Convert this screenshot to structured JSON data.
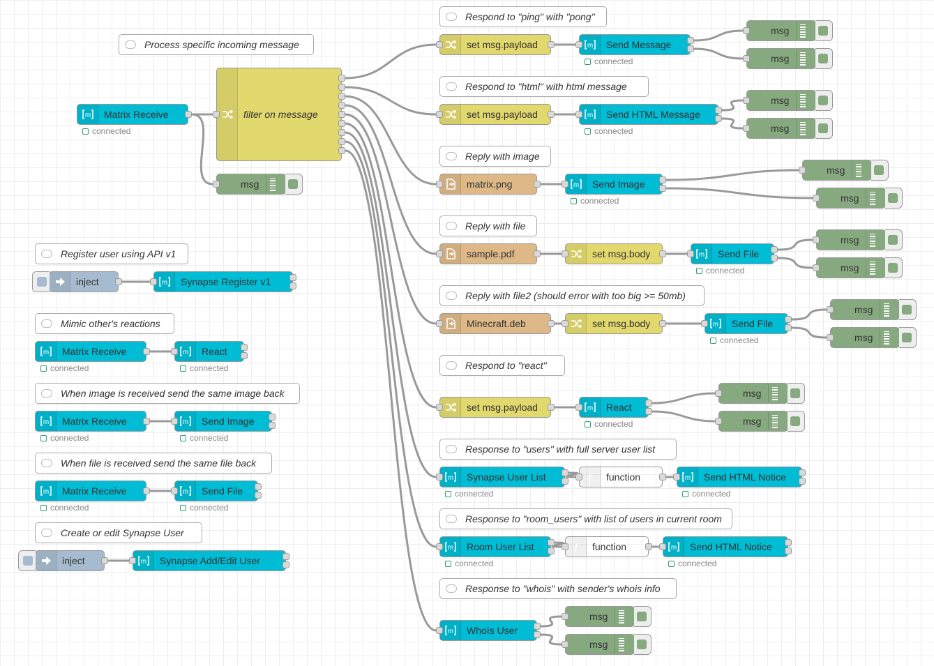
{
  "comments": [
    {
      "id": "c-proc",
      "text": "Process specific incoming message"
    },
    {
      "id": "c-ping",
      "text": "Respond to \"ping\" with \"pong\""
    },
    {
      "id": "c-html",
      "text": "Respond to \"html\" with html message"
    },
    {
      "id": "c-image",
      "text": "Reply with image"
    },
    {
      "id": "c-file",
      "text": "Reply with file"
    },
    {
      "id": "c-file2",
      "text": "Reply with file2 (should error with too big >= 50mb)"
    },
    {
      "id": "c-react",
      "text": "Respond to \"react\""
    },
    {
      "id": "c-users",
      "text": "Response to \"users\" with full server user list"
    },
    {
      "id": "c-roomusers",
      "text": "Response to \"room_users\" with list of users in current room"
    },
    {
      "id": "c-whois",
      "text": "Response to \"whois\" with sender's whois info"
    },
    {
      "id": "c-register",
      "text": "Register user using API v1"
    },
    {
      "id": "c-mimic",
      "text": "Mimic other's reactions"
    },
    {
      "id": "c-imgback",
      "text": "When image is received send the same image back"
    },
    {
      "id": "c-fileback",
      "text": "When file is received send the same file back"
    },
    {
      "id": "c-synuser",
      "text": "Create or edit Synapse User"
    }
  ],
  "nodes": [
    {
      "id": "recv1",
      "type": "matrix",
      "label": "Matrix Receive",
      "status": "connected"
    },
    {
      "id": "switch",
      "type": "switch",
      "label": "filter on message"
    },
    {
      "id": "dbg1",
      "type": "debug",
      "label": "msg"
    },
    {
      "id": "chg1",
      "type": "change",
      "label": "set msg.payload"
    },
    {
      "id": "sendmsg",
      "type": "matrix",
      "label": "Send Message",
      "status": "connected"
    },
    {
      "id": "dbg2",
      "type": "debug",
      "label": "msg"
    },
    {
      "id": "dbg3",
      "type": "debug",
      "label": "msg"
    },
    {
      "id": "chg2",
      "type": "change",
      "label": "set msg.payload"
    },
    {
      "id": "sendhtml",
      "type": "matrix",
      "label": "Send HTML Message",
      "status": "connected"
    },
    {
      "id": "dbg4",
      "type": "debug",
      "label": "msg"
    },
    {
      "id": "dbg5",
      "type": "debug",
      "label": "msg"
    },
    {
      "id": "file1",
      "type": "file",
      "label": "matrix.png"
    },
    {
      "id": "sendimg",
      "type": "matrix",
      "label": "Send Image",
      "status": "connected"
    },
    {
      "id": "dbg6",
      "type": "debug",
      "label": "msg"
    },
    {
      "id": "dbg7",
      "type": "debug",
      "label": "msg"
    },
    {
      "id": "file2",
      "type": "file",
      "label": "sample.pdf"
    },
    {
      "id": "chg3",
      "type": "change",
      "label": "set msg.body"
    },
    {
      "id": "sendfile1",
      "type": "matrix",
      "label": "Send File",
      "status": "connected"
    },
    {
      "id": "dbg8",
      "type": "debug",
      "label": "msg"
    },
    {
      "id": "dbg9",
      "type": "debug",
      "label": "msg"
    },
    {
      "id": "file3",
      "type": "file",
      "label": "Minecraft.deb"
    },
    {
      "id": "chg4",
      "type": "change",
      "label": "set msg.body"
    },
    {
      "id": "sendfile2",
      "type": "matrix",
      "label": "Send File",
      "status": "connected"
    },
    {
      "id": "dbg10",
      "type": "debug",
      "label": "msg"
    },
    {
      "id": "dbg11",
      "type": "debug",
      "label": "msg"
    },
    {
      "id": "chg5",
      "type": "change",
      "label": "set msg.payload"
    },
    {
      "id": "react1",
      "type": "matrix",
      "label": "React",
      "status": "connected"
    },
    {
      "id": "dbg12",
      "type": "debug",
      "label": "msg"
    },
    {
      "id": "dbg13",
      "type": "debug",
      "label": "msg"
    },
    {
      "id": "synusers",
      "type": "matrix",
      "label": "Synapse User List",
      "status": "connected"
    },
    {
      "id": "func1",
      "type": "function",
      "label": "function"
    },
    {
      "id": "notice1",
      "type": "matrix",
      "label": "Send HTML Notice",
      "status": "connected"
    },
    {
      "id": "roomusers",
      "type": "matrix",
      "label": "Room User List",
      "status": "connected"
    },
    {
      "id": "func2",
      "type": "function",
      "label": "function"
    },
    {
      "id": "notice2",
      "type": "matrix",
      "label": "Send HTML Notice",
      "status": "connected"
    },
    {
      "id": "whois",
      "type": "matrix",
      "label": "WhoIs User"
    },
    {
      "id": "dbg14",
      "type": "debug",
      "label": "msg"
    },
    {
      "id": "dbg15",
      "type": "debug",
      "label": "msg"
    },
    {
      "id": "inject1",
      "type": "inject",
      "label": "inject"
    },
    {
      "id": "synreg",
      "type": "matrix",
      "label": "Synapse Register v1"
    },
    {
      "id": "recv2",
      "type": "matrix",
      "label": "Matrix Receive",
      "status": "connected"
    },
    {
      "id": "react2",
      "type": "matrix",
      "label": "React",
      "status": "connected"
    },
    {
      "id": "recv3",
      "type": "matrix",
      "label": "Matrix Receive",
      "status": "connected"
    },
    {
      "id": "sendimg2",
      "type": "matrix",
      "label": "Send Image",
      "status": "connected"
    },
    {
      "id": "recv4",
      "type": "matrix",
      "label": "Matrix Receive",
      "status": "connected"
    },
    {
      "id": "sendfile3",
      "type": "matrix",
      "label": "Send File",
      "status": "connected"
    },
    {
      "id": "inject2",
      "type": "inject",
      "label": "inject"
    },
    {
      "id": "synadd",
      "type": "matrix",
      "label": "Synapse Add/Edit User"
    }
  ],
  "colors": {
    "matrix": "#00bcd4",
    "change": "#e2d96e",
    "file": "#deb887",
    "function": "#fdd0a2",
    "inject": "#a6bbcf",
    "debug": "#87a980",
    "switch": "#e2d96e",
    "wire": "#999999",
    "status": "#2e9e73"
  }
}
